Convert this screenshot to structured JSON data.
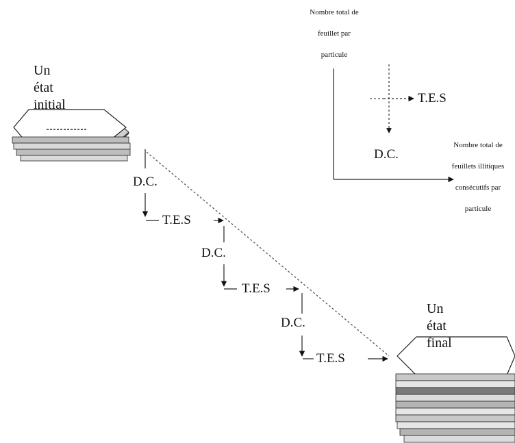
{
  "initial_state": {
    "lines": [
      "Un",
      "état",
      "initial"
    ]
  },
  "final_state": {
    "lines": [
      "Un",
      "état",
      "final"
    ]
  },
  "steps": [
    {
      "dc": "D.C.",
      "tes": "T.E.S"
    },
    {
      "dc": "D.C.",
      "tes": "T.E.S"
    },
    {
      "dc": "D.C.",
      "tes": "T.E.S"
    }
  ],
  "axes": {
    "y_label_lines": [
      "Nombre total de",
      "feuillet par",
      "particule"
    ],
    "x_label_lines": [
      "Nombre total de",
      "feuillets illitiques",
      "consécutifs par",
      "particule"
    ],
    "tes": "T.E.S",
    "dc": "D.C."
  }
}
